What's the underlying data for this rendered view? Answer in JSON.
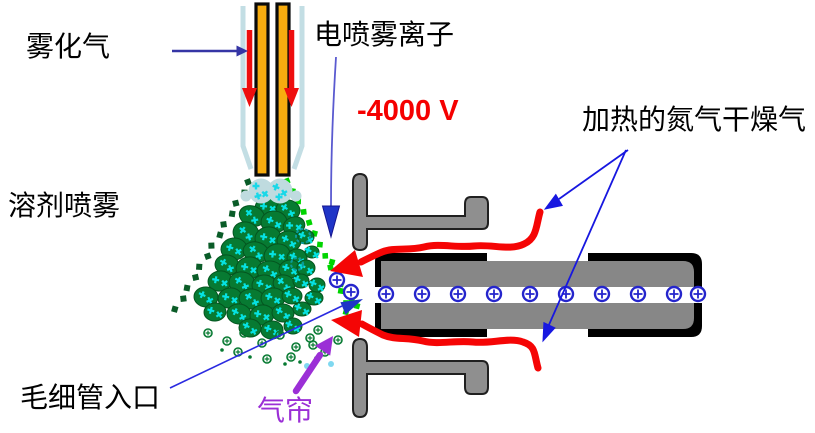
{
  "diagram": {
    "kind": "electrospray-ionization-source",
    "labels": {
      "nebulizer_gas": "雾化气",
      "electrospray_ions": "电喷雾离子",
      "voltage": "-4000 V",
      "heated_nitrogen_drying_gas": "加热的氮气干燥气",
      "solvent_spray": "溶剂喷雾",
      "capillary_inlet": "毛细管入口",
      "curtain_gas": "气帘"
    },
    "symbols": {
      "positive_ion": "⊕"
    },
    "colors": {
      "voltage_text": "#F50000",
      "drying_gas_flow": "#F50505",
      "pointer_blue": "#1717E0",
      "nebulizer_arrow_blue": "#3535A5",
      "curtain_gas_purple": "#9B2FD6",
      "droplet_dark_green": "#077A32",
      "spray_edge_bright_green": "#00D400",
      "spray_edge_dark_green": "#0A5C28",
      "droplet_marking_cyan": "#06E2E2",
      "ion_blue": "#2525CC",
      "metal_gray": "#8F8F8F",
      "capillary_black": "#000000",
      "inner_capillary_orange": "#F7AC0F",
      "outer_tube_pale_blue": "#C3DEE4"
    }
  }
}
